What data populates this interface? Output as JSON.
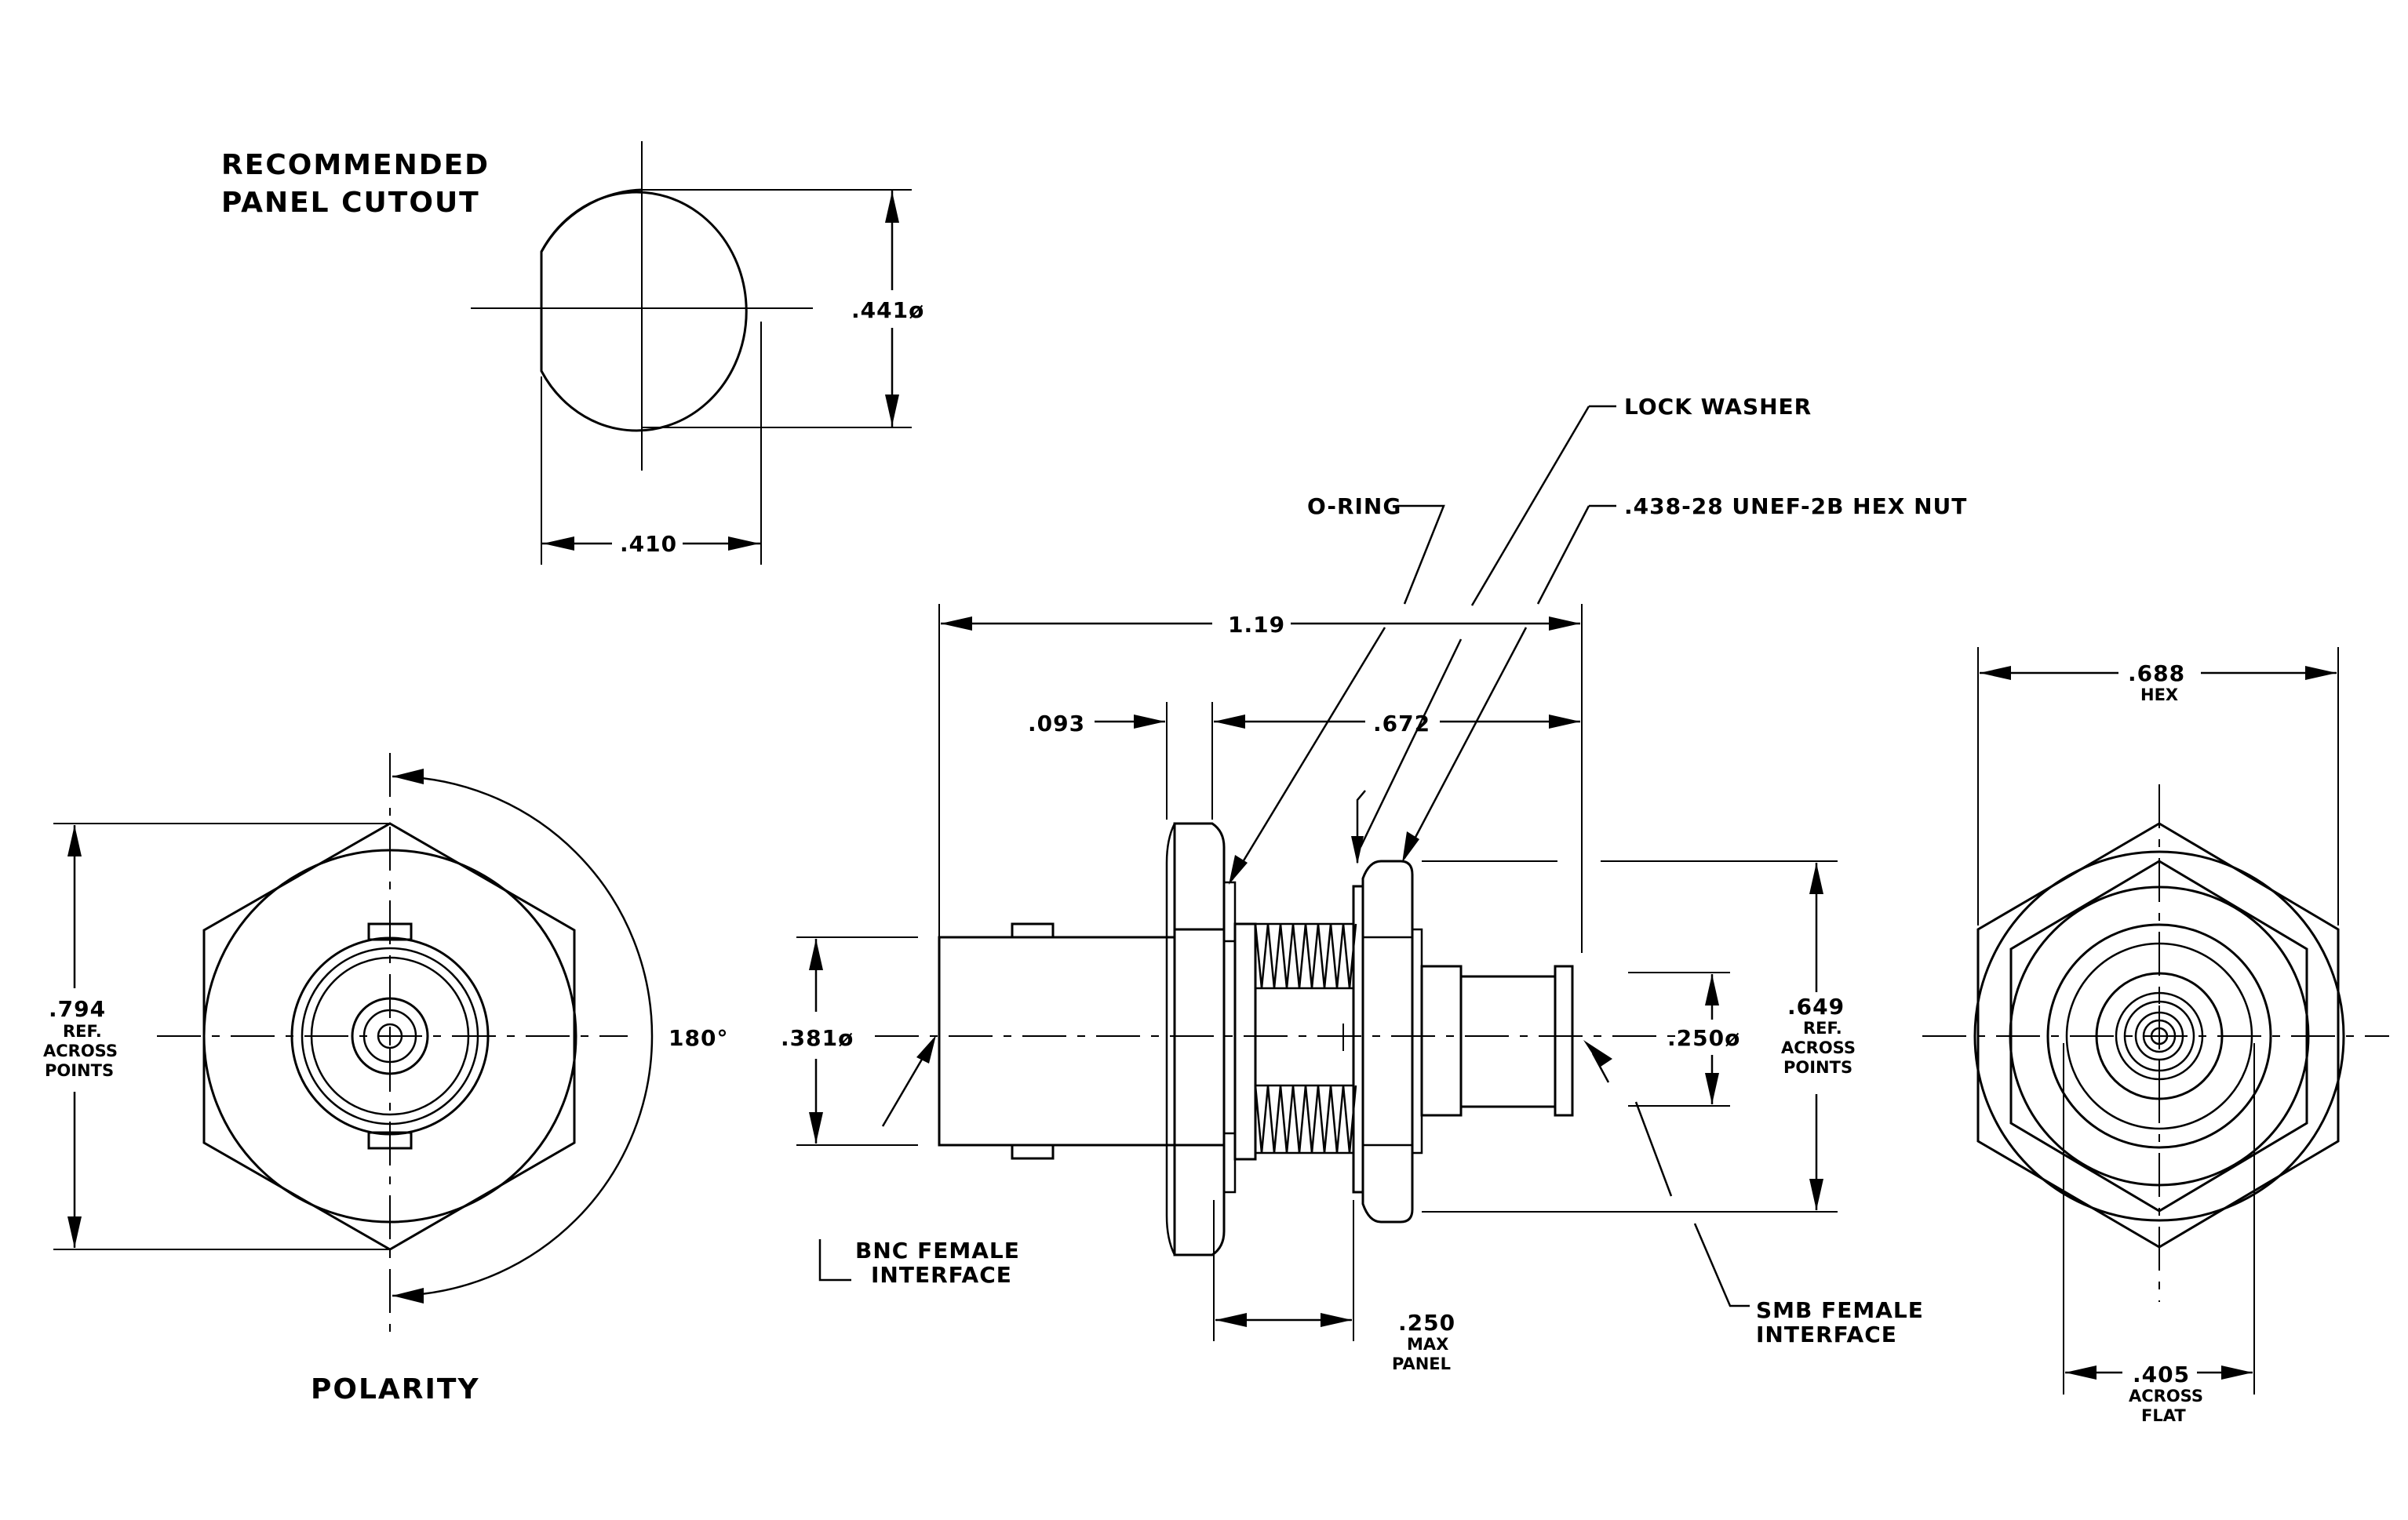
{
  "cutout": {
    "title_line1": "RECOMMENDED",
    "title_line2": "PANEL CUTOUT",
    "dim_diameter": ".441ø",
    "dim_width": ".410"
  },
  "polarity": {
    "title": "POLARITY",
    "angle": "180°",
    "across_value": ".794",
    "across_l1": "REF.",
    "across_l2": "ACROSS",
    "across_l3": "POINTS"
  },
  "side_view": {
    "lock_washer": "LOCK WASHER",
    "o_ring": "O-RING",
    "hex_nut": ".438-28 UNEF-2B HEX NUT",
    "overall_length": "1.19",
    "flange_thickness": ".093",
    "thread_length": ".672",
    "bnc_diameter": ".381ø",
    "smb_diameter": ".250ø",
    "nut_across_value": ".649",
    "nut_across_l1": "REF.",
    "nut_across_l2": "ACROSS",
    "nut_across_l3": "POINTS",
    "panel_value": ".250",
    "panel_l1": "MAX",
    "panel_l2": "PANEL",
    "bnc_interface_l1": "BNC FEMALE",
    "bnc_interface_l2": "INTERFACE",
    "smb_interface_l1": "SMB FEMALE",
    "smb_interface_l2": "INTERFACE"
  },
  "end_view": {
    "hex_value": ".688",
    "hex_label": "HEX",
    "flat_value": ".405",
    "flat_l1": "ACROSS",
    "flat_l2": "FLAT"
  }
}
